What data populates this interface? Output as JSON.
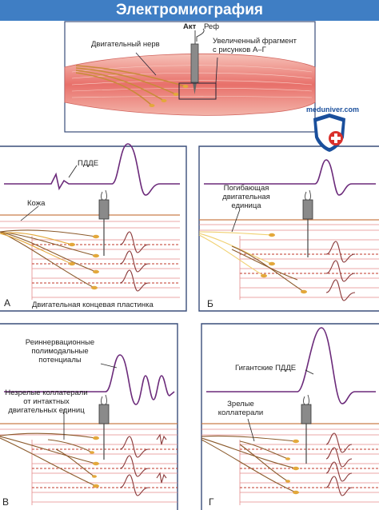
{
  "title": "Электромиография",
  "top_panel": {
    "act_label": "Акт",
    "ref_label": "Реф",
    "motor_nerve_label": "Двигательный нерв",
    "enlarged_fragment_label": "Увеличенный фрагмент\nс рисунков А–Г"
  },
  "watermark": "meduniver.com",
  "panels": {
    "a": {
      "letter": "А",
      "pdde_label": "ПДДЕ",
      "skin_label": "Кожа",
      "endplate_label": "Двигательная концевая пластинка"
    },
    "b": {
      "letter": "Б",
      "dying_unit_label": "Погибающая\nдвигательная\nединица"
    },
    "v": {
      "letter": "В",
      "reinnervation_label": "Реиннервационные\nполимодальные\nпотенциалы",
      "immature_label": "Незрелые коллатерали\nот интактных\nдвигательных единиц"
    },
    "g": {
      "letter": "Г",
      "giant_label": "Гигантские ПДДЕ",
      "mature_label": "Зрелые\nколлатерали"
    }
  },
  "colors": {
    "title_bg": "#3f7ec4",
    "wave": "#6b2a7a",
    "muscle_line": "#e58a8a",
    "fiber_dash": "#c0392b",
    "axon": "#8b5a2b",
    "endplate": "#e3a83b",
    "frame": "#3a4e7a"
  }
}
